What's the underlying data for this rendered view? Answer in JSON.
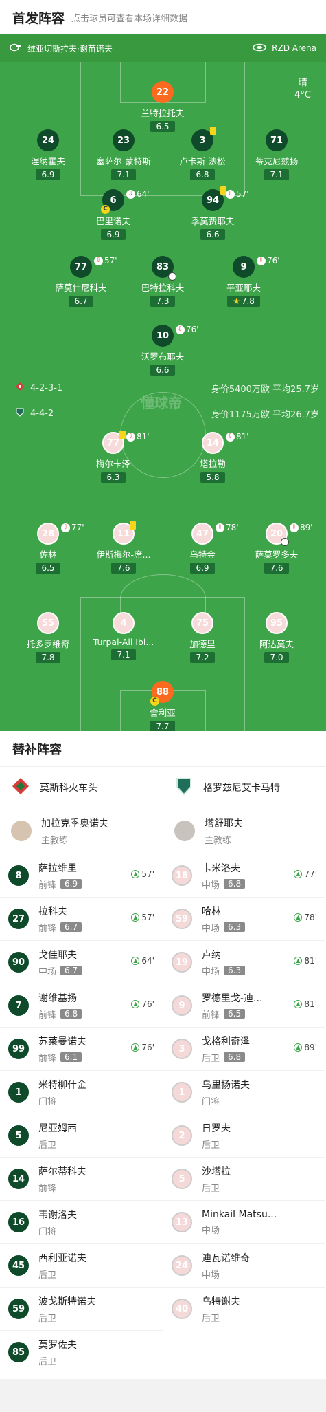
{
  "header": {
    "title": "首发阵容",
    "subtitle": "点击球员可查看本场详细数据"
  },
  "pitch": {
    "referee": "维亚切斯拉夫·谢苗诺夫",
    "venue": "RZD Arena",
    "weather": "晴",
    "temperature": "4°C",
    "watermark": "懂球帝",
    "home": {
      "formation": "4-2-3-1",
      "value": "身价5400万欧 平均25.7岁",
      "color": "#0f4a2a"
    },
    "away": {
      "formation": "4-4-2",
      "value": "身价1175万欧 平均26.7岁",
      "color": "#f5d9d9"
    }
  },
  "home_players": [
    {
      "num": "22",
      "name": "兰特拉托夫",
      "rating": "6.5",
      "gk": true
    },
    {
      "num": "24",
      "name": "涅纳霍夫",
      "rating": "6.9"
    },
    {
      "num": "23",
      "name": "塞萨尔-蒙特斯",
      "rating": "7.1"
    },
    {
      "num": "3",
      "name": "卢卡斯-法松",
      "rating": "6.8",
      "ycard": true
    },
    {
      "num": "71",
      "name": "蒂克尼兹扬",
      "rating": "7.1"
    },
    {
      "num": "6",
      "name": "巴里诺夫",
      "rating": "6.9",
      "sub": "64'",
      "captain": true
    },
    {
      "num": "94",
      "name": "季莫费耶夫",
      "rating": "6.6",
      "sub": "57'",
      "ycard": true
    },
    {
      "num": "77",
      "name": "萨莫什尼科夫",
      "rating": "6.7",
      "sub": "57'"
    },
    {
      "num": "83",
      "name": "巴特拉科夫",
      "rating": "7.3",
      "ball": true
    },
    {
      "num": "9",
      "name": "平亚耶夫",
      "rating": "7.8",
      "sub": "76'",
      "star": true
    },
    {
      "num": "10",
      "name": "沃罗布耶夫",
      "rating": "6.6",
      "sub": "76'"
    }
  ],
  "away_players": [
    {
      "num": "77",
      "name": "梅尔卡泽",
      "rating": "6.3",
      "sub": "81'",
      "ycard": true
    },
    {
      "num": "14",
      "name": "塔拉勒",
      "rating": "5.8",
      "sub": "81'"
    },
    {
      "num": "28",
      "name": "佐林",
      "rating": "6.5",
      "sub": "77'"
    },
    {
      "num": "11",
      "name": "伊斯梅尔-席...",
      "rating": "7.6",
      "ycard": true
    },
    {
      "num": "47",
      "name": "乌特金",
      "rating": "6.9",
      "sub": "78'"
    },
    {
      "num": "20",
      "name": "萨莫罗多夫",
      "rating": "7.6",
      "sub": "89'",
      "ball": true
    },
    {
      "num": "55",
      "name": "托多罗维奇",
      "rating": "7.8"
    },
    {
      "num": "4",
      "name": "Turpal-Ali Ibi...",
      "rating": "7.1"
    },
    {
      "num": "75",
      "name": "加德里",
      "rating": "7.2"
    },
    {
      "num": "95",
      "name": "阿达莫夫",
      "rating": "7.0"
    },
    {
      "num": "88",
      "name": "舍利亚",
      "rating": "7.7",
      "gk": true,
      "captain": true
    }
  ],
  "subs": {
    "title": "替补阵容",
    "home_team": "莫斯科火车头",
    "away_team": "格罗兹尼艾卡马特",
    "home_coach": {
      "name": "加拉克季奥诺夫",
      "role": "主教练"
    },
    "away_coach": {
      "name": "塔舒耶夫",
      "role": "主教练"
    },
    "home": [
      {
        "num": "8",
        "name": "萨拉维里",
        "pos": "前锋",
        "rating": "6.9",
        "in": "57'"
      },
      {
        "num": "27",
        "name": "拉科夫",
        "pos": "前锋",
        "rating": "6.7",
        "in": "57'"
      },
      {
        "num": "90",
        "name": "戈佳耶夫",
        "pos": "中场",
        "rating": "6.7",
        "in": "64'"
      },
      {
        "num": "7",
        "name": "谢维基扬",
        "pos": "前锋",
        "rating": "6.8",
        "in": "76'"
      },
      {
        "num": "99",
        "name": "苏莱曼诺夫",
        "pos": "前锋",
        "rating": "6.1",
        "in": "76'"
      },
      {
        "num": "1",
        "name": "米特柳什金",
        "pos": "门将"
      },
      {
        "num": "5",
        "name": "尼亚姆西",
        "pos": "后卫"
      },
      {
        "num": "14",
        "name": "萨尔蒂科夫",
        "pos": "前锋"
      },
      {
        "num": "16",
        "name": "韦谢洛夫",
        "pos": "门将"
      },
      {
        "num": "45",
        "name": "西利亚诺夫",
        "pos": "后卫"
      },
      {
        "num": "59",
        "name": "波戈斯特诺夫",
        "pos": "后卫"
      },
      {
        "num": "85",
        "name": "莫罗佐夫",
        "pos": "后卫"
      }
    ],
    "away": [
      {
        "num": "18",
        "name": "卡米洛夫",
        "pos": "中场",
        "rating": "6.8",
        "in": "77'"
      },
      {
        "num": "59",
        "name": "哈林",
        "pos": "中场",
        "rating": "6.3",
        "in": "78'"
      },
      {
        "num": "19",
        "name": "卢纳",
        "pos": "中场",
        "rating": "6.3",
        "in": "81'"
      },
      {
        "num": "9",
        "name": "罗德里戈-迪...",
        "pos": "前锋",
        "rating": "6.5",
        "in": "81'"
      },
      {
        "num": "3",
        "name": "戈格利奇泽",
        "pos": "后卫",
        "rating": "6.8",
        "in": "89'"
      },
      {
        "num": "1",
        "name": "乌里扬诺夫",
        "pos": "门将"
      },
      {
        "num": "2",
        "name": "日罗夫",
        "pos": "后卫"
      },
      {
        "num": "5",
        "name": "沙塔拉",
        "pos": "后卫"
      },
      {
        "num": "13",
        "name": "Minkail Matsu...",
        "pos": "中场"
      },
      {
        "num": "24",
        "name": "迪瓦诺维奇",
        "pos": "中场"
      },
      {
        "num": "40",
        "name": "乌特谢夫",
        "pos": "后卫"
      }
    ]
  }
}
